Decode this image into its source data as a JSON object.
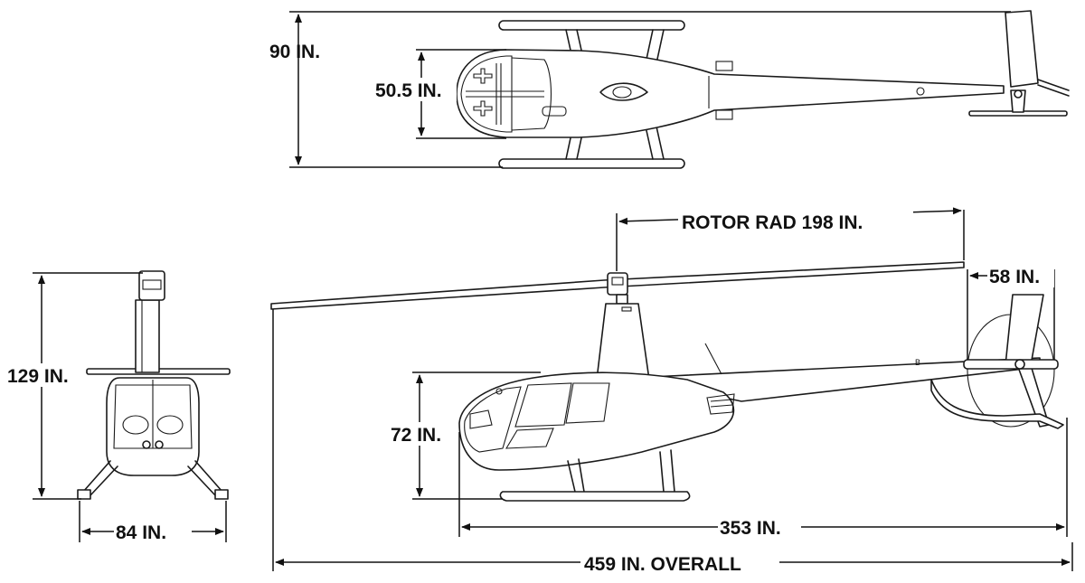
{
  "dimensions": {
    "top_height": "90 IN.",
    "top_cabin_width": "50.5 IN.",
    "rotor_radius": "ROTOR RAD 198 IN.",
    "tail_rotor": "58 IN.",
    "front_height": "129 IN.",
    "skid_height": "72 IN.",
    "front_skid_width": "84 IN.",
    "fuselage_length": "353 IN.",
    "overall_length": "459 IN. OVERALL"
  },
  "colors": {
    "line": "#1a1a1a",
    "background": "#ffffff"
  }
}
